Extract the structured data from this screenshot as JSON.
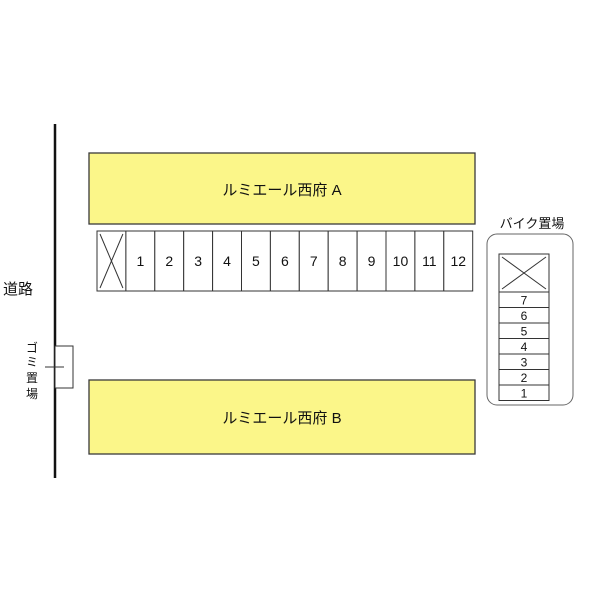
{
  "road_label": "道路",
  "garbage_label": "ゴミ置場",
  "buildings": {
    "a": "ルミエール西府 A",
    "b": "ルミエール西府 B"
  },
  "parking": {
    "slots": [
      "1",
      "2",
      "3",
      "4",
      "5",
      "6",
      "7",
      "8",
      "9",
      "10",
      "11",
      "12"
    ],
    "blocked_first": true
  },
  "bike_area": {
    "title": "バイク置場",
    "slots": [
      "7",
      "6",
      "5",
      "4",
      "3",
      "2",
      "1"
    ],
    "blocked_top": true
  },
  "colors": {
    "building_fill": "#fbf689",
    "line": "#222222"
  }
}
